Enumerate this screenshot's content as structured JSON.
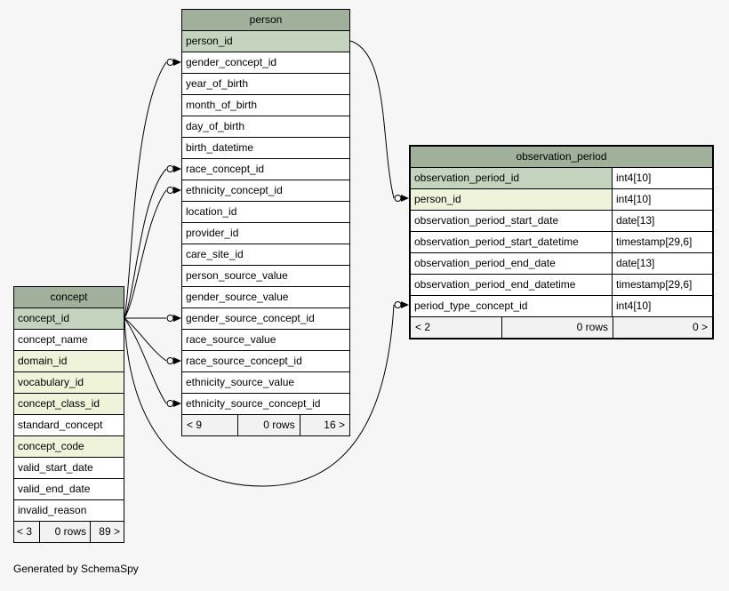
{
  "page": {
    "background": "#f6f6f6",
    "note": "Generated by SchemaSpy"
  },
  "colors": {
    "page_bg": "#f6f6f6",
    "header_bg": "#a0b09b",
    "pk_bg": "#c4d3be",
    "indexed_bg": "#eff3da",
    "row_bg": "#ffffff",
    "footer_bg": "#f2f2f2",
    "border": "#000000"
  },
  "tables": [
    {
      "id": "person",
      "title": "person",
      "columns": [
        {
          "name": "person_id",
          "style": "pk"
        },
        {
          "name": "gender_concept_id",
          "style": "normal"
        },
        {
          "name": "year_of_birth",
          "style": "normal"
        },
        {
          "name": "month_of_birth",
          "style": "normal"
        },
        {
          "name": "day_of_birth",
          "style": "normal"
        },
        {
          "name": "birth_datetime",
          "style": "normal"
        },
        {
          "name": "race_concept_id",
          "style": "normal"
        },
        {
          "name": "ethnicity_concept_id",
          "style": "normal"
        },
        {
          "name": "location_id",
          "style": "normal"
        },
        {
          "name": "provider_id",
          "style": "normal"
        },
        {
          "name": "care_site_id",
          "style": "normal"
        },
        {
          "name": "person_source_value",
          "style": "normal"
        },
        {
          "name": "gender_source_value",
          "style": "normal"
        },
        {
          "name": "gender_source_concept_id",
          "style": "normal"
        },
        {
          "name": "race_source_value",
          "style": "normal"
        },
        {
          "name": "race_source_concept_id",
          "style": "normal"
        },
        {
          "name": "ethnicity_source_value",
          "style": "normal"
        },
        {
          "name": "ethnicity_source_concept_id",
          "style": "normal"
        }
      ],
      "footer": {
        "left": "< 9",
        "center": "0 rows",
        "right": "16 >"
      }
    },
    {
      "id": "observation_period",
      "title": "observation_period",
      "columns": [
        {
          "name": "observation_period_id",
          "type": "int4[10]",
          "style": "pk"
        },
        {
          "name": "person_id",
          "type": "int4[10]",
          "style": "indexed"
        },
        {
          "name": "observation_period_start_date",
          "type": "date[13]",
          "style": "normal"
        },
        {
          "name": "observation_period_start_datetime",
          "type": "timestamp[29,6]",
          "style": "normal"
        },
        {
          "name": "observation_period_end_date",
          "type": "date[13]",
          "style": "normal"
        },
        {
          "name": "observation_period_end_datetime",
          "type": "timestamp[29,6]",
          "style": "normal"
        },
        {
          "name": "period_type_concept_id",
          "type": "int4[10]",
          "style": "normal"
        }
      ],
      "footer": {
        "left": "< 2",
        "center": "0 rows",
        "right": "0 >"
      }
    },
    {
      "id": "concept",
      "title": "concept",
      "columns": [
        {
          "name": "concept_id",
          "style": "pk"
        },
        {
          "name": "concept_name",
          "style": "normal"
        },
        {
          "name": "domain_id",
          "style": "indexed"
        },
        {
          "name": "vocabulary_id",
          "style": "indexed"
        },
        {
          "name": "concept_class_id",
          "style": "indexed"
        },
        {
          "name": "standard_concept",
          "style": "normal"
        },
        {
          "name": "concept_code",
          "style": "indexed"
        },
        {
          "name": "valid_start_date",
          "style": "normal"
        },
        {
          "name": "valid_end_date",
          "style": "normal"
        },
        {
          "name": "invalid_reason",
          "style": "normal"
        }
      ],
      "footer": {
        "left": "< 3",
        "center": "0 rows",
        "right": "89 >"
      }
    }
  ],
  "relationships": [
    {
      "from": "concept.concept_id",
      "to": "person.gender_concept_id"
    },
    {
      "from": "concept.concept_id",
      "to": "person.race_concept_id"
    },
    {
      "from": "concept.concept_id",
      "to": "person.ethnicity_concept_id"
    },
    {
      "from": "concept.concept_id",
      "to": "person.gender_source_concept_id"
    },
    {
      "from": "concept.concept_id",
      "to": "person.race_source_concept_id"
    },
    {
      "from": "concept.concept_id",
      "to": "person.ethnicity_source_concept_id"
    },
    {
      "from": "concept.concept_id",
      "to": "observation_period.period_type_concept_id"
    },
    {
      "from": "person.person_id",
      "to": "observation_period.person_id"
    }
  ]
}
